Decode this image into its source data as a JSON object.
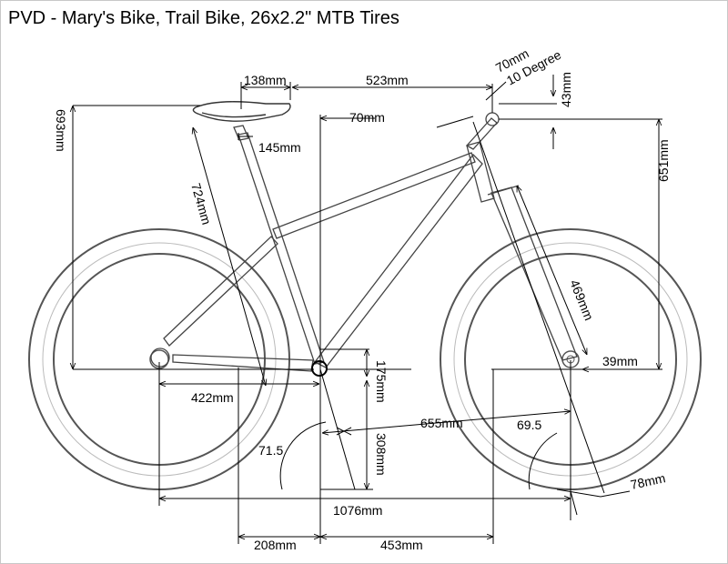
{
  "title": "PVD - Mary's Bike, Trail Bike, 26x2.2\" MTB Tires",
  "dimensions": {
    "seat_setback": "138mm",
    "seat_to_bar": "523mm",
    "stem_length": "70mm",
    "stem_angle": "10 Degree",
    "bar_rise": "43mm",
    "bb_to_stem_offset": "70mm",
    "saddle_height": "693mm",
    "saddle_to_post": "145mm",
    "seat_tube_length": "724mm",
    "stack": "651mm",
    "fork_length": "469mm",
    "fork_offset": "39mm",
    "chainstay": "422mm",
    "bb_drop": "175mm",
    "front_center": "655mm",
    "bb_height": "308mm",
    "seat_angle": "71.5",
    "head_angle": "69.5",
    "trail": "78mm",
    "wheelbase": "1076mm",
    "rear_reach": "208mm",
    "front_reach": "453mm"
  }
}
